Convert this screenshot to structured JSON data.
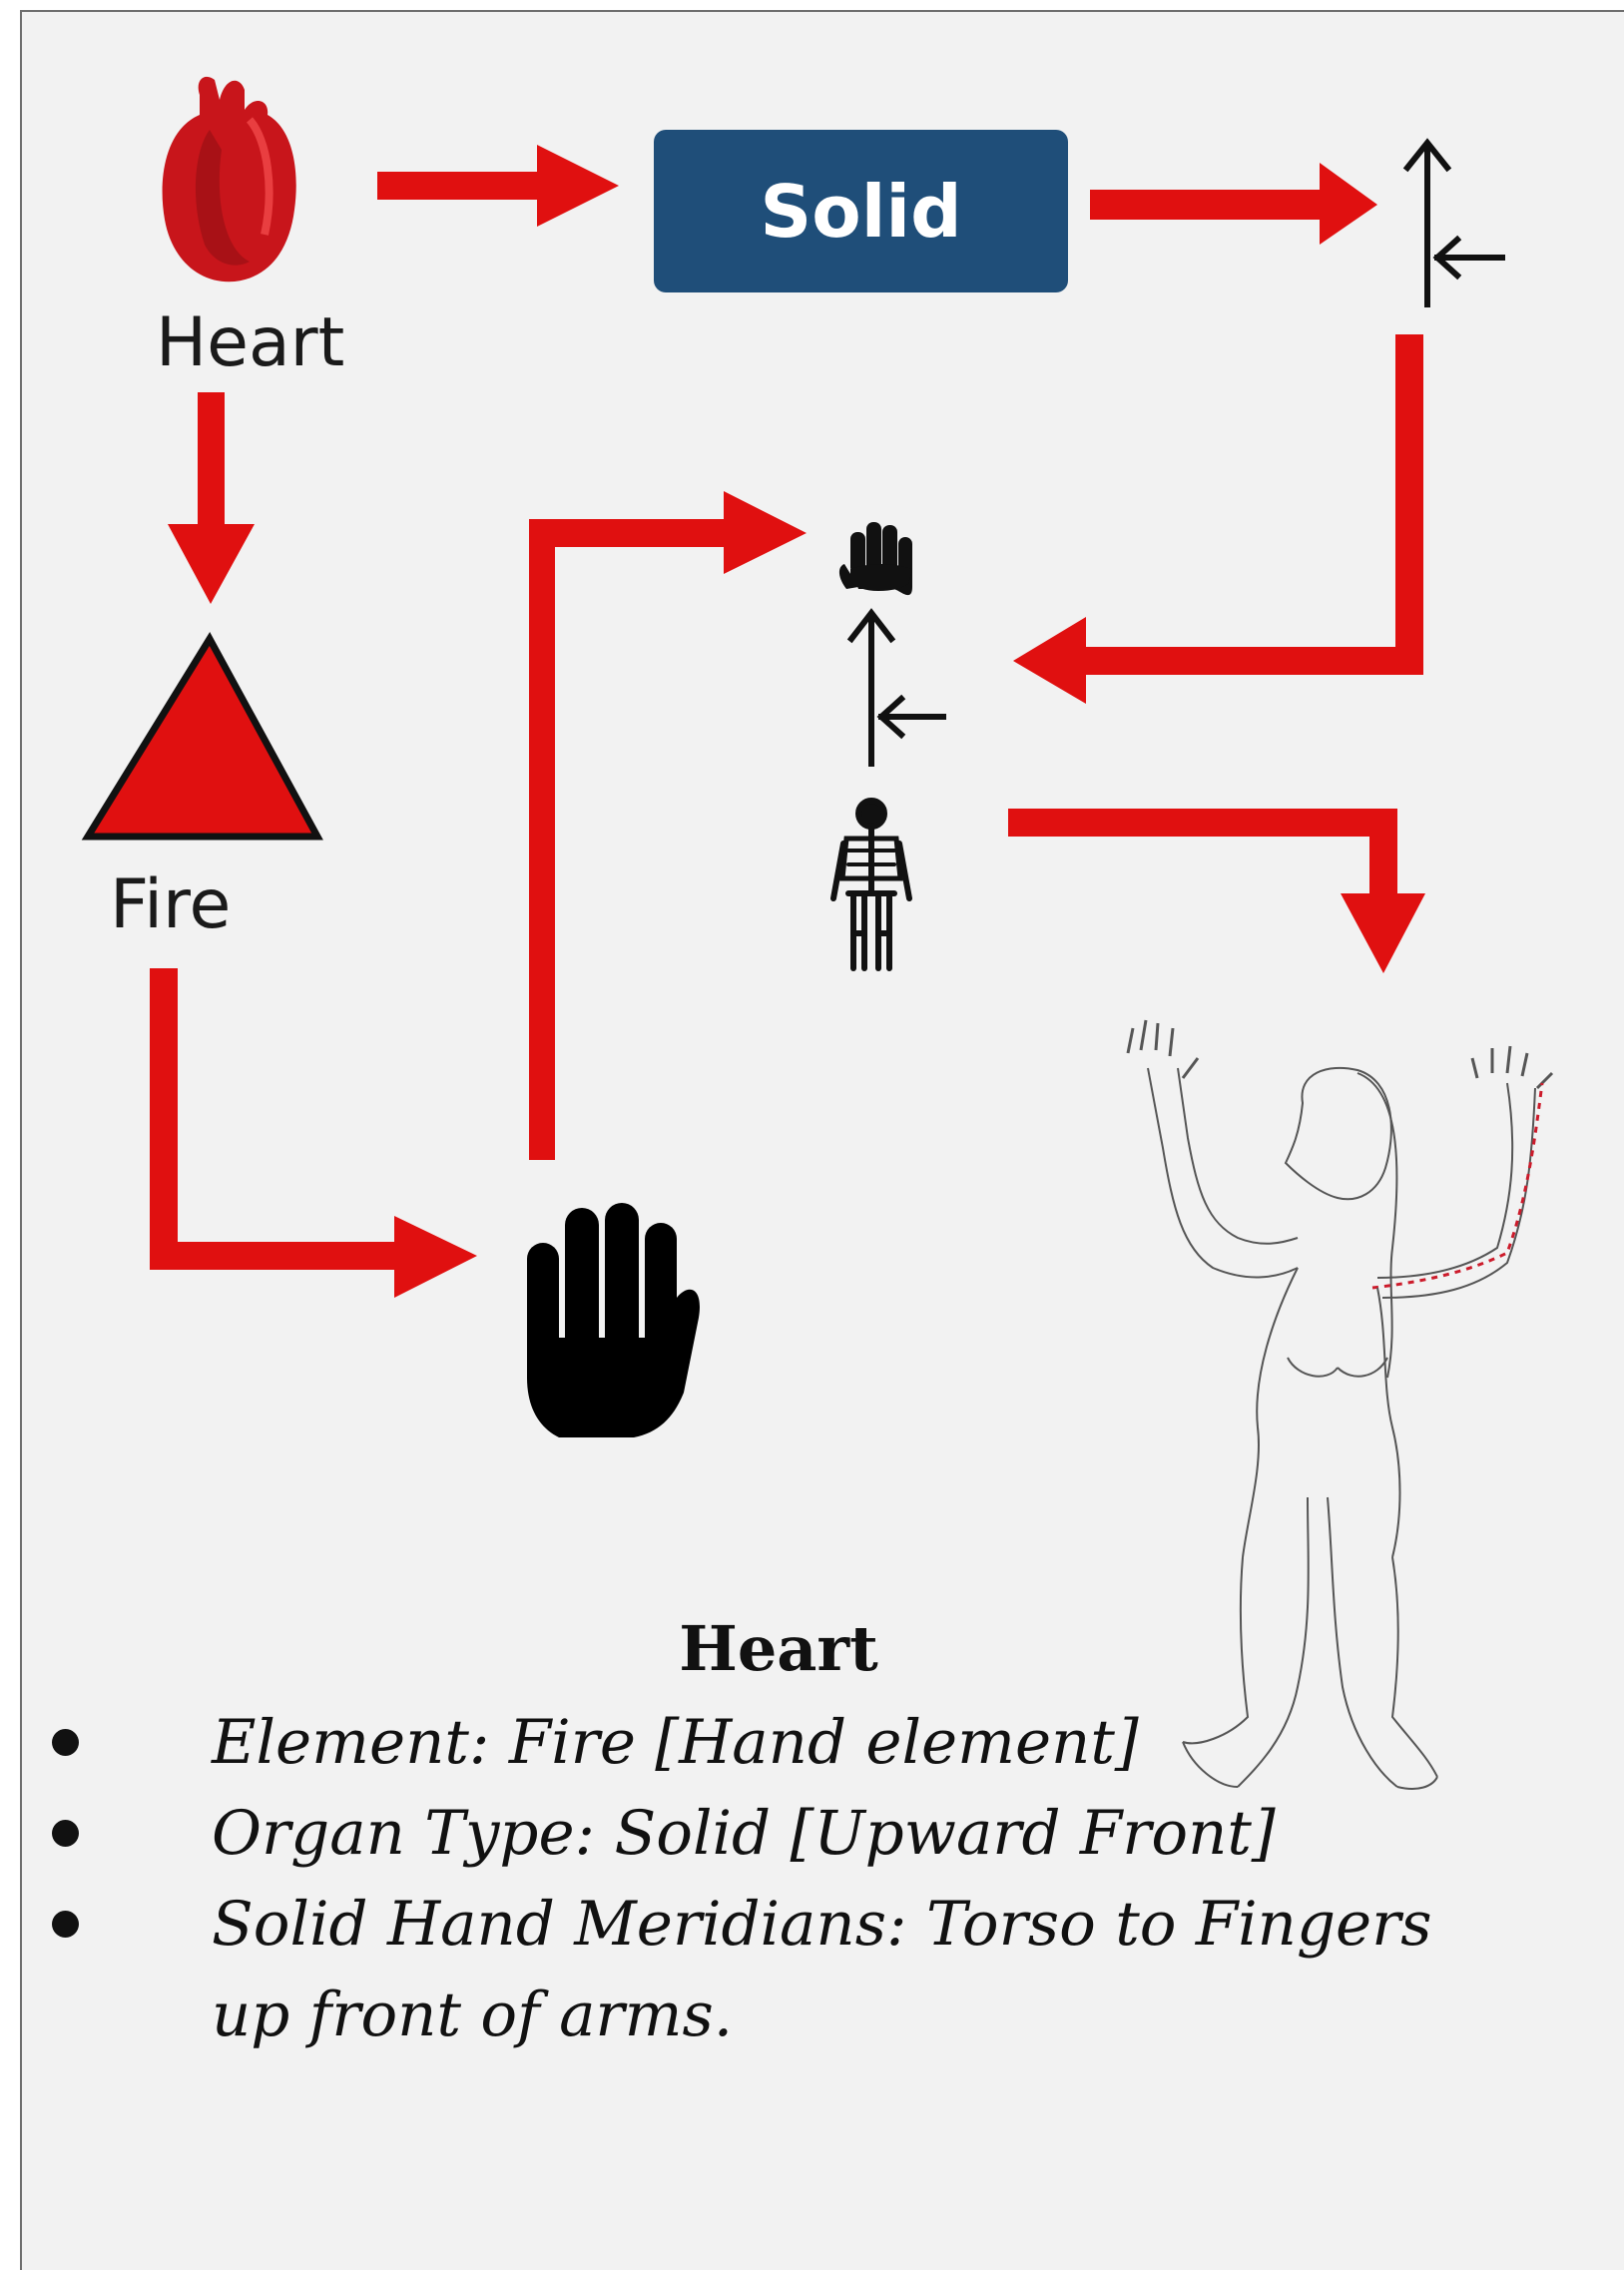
{
  "diagram": {
    "nodes": {
      "heart": "Heart",
      "solid": "Solid",
      "fire": "Fire"
    },
    "icons": [
      "heart-organ-icon",
      "fire-triangle-icon",
      "hand-icon",
      "small-hand-icon",
      "skeleton-icon",
      "up-arrow-icon",
      "body-figure-icon"
    ]
  },
  "summary": {
    "title": "Heart",
    "bullets": [
      "Element: Fire [Hand element]",
      "Organ Type: Solid [Upward Front]",
      "Solid Hand Meridians: Torso to Fingers up front of arms."
    ]
  },
  "colors": {
    "arrow": "#e01010",
    "solid_box": "#1f4e79",
    "background": "#f2f2f2"
  }
}
